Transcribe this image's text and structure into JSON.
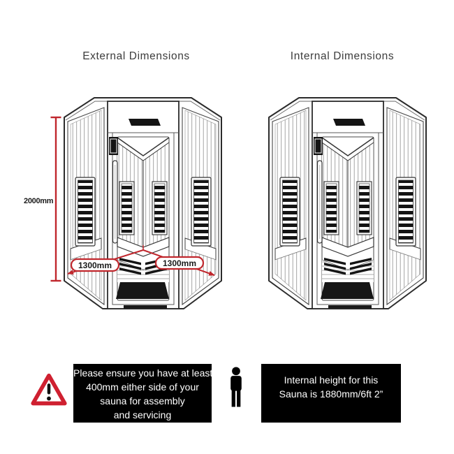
{
  "figures": {
    "left": {
      "title": "External Dimensions",
      "dimensions": {
        "height": "2000mm",
        "width_left": "1300mm",
        "width_right": "1300mm"
      }
    },
    "right": {
      "title": "Internal Dimensions"
    }
  },
  "notes": {
    "assembly": {
      "line1": "Please ensure you have at least",
      "line2": "400mm either side of your",
      "line3": "sauna for assembly",
      "line4": "and servicing"
    },
    "internal_height": {
      "line1": "Internal height for this",
      "line2": "Sauna is 1880mm/6ft 2”"
    }
  },
  "colors": {
    "dimension_red": "#c0272d",
    "line_dark": "#2b2b2b",
    "note_background": "#000000",
    "note_text": "#ffffff",
    "warning_red": "#cf2030"
  }
}
